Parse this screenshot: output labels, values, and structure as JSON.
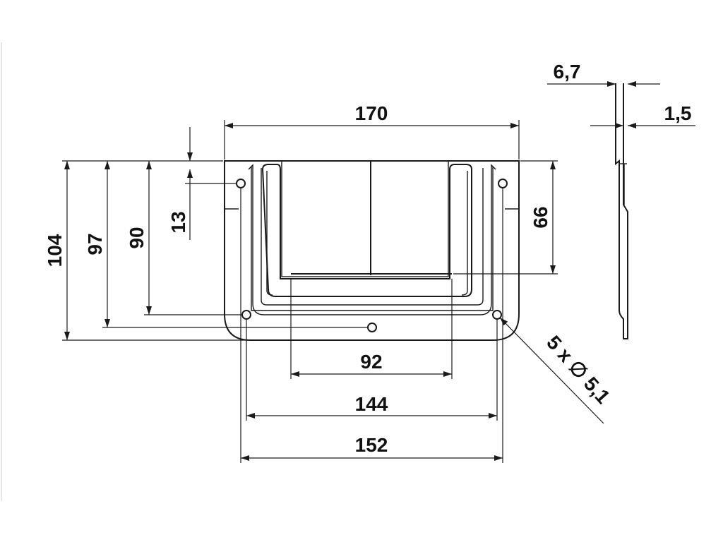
{
  "dimensions": {
    "overall_width": "170",
    "hole_spacing_outer": "152",
    "hole_spacing_inner": "144",
    "grip_width": "92",
    "height_total": "104",
    "height_97": "97",
    "height_90": "90",
    "top_offset": "13",
    "right_height": "66",
    "plate_thickness": "6,7",
    "sheet_thickness": "1,5",
    "hole_callout": "5 x ∅ 5,1"
  },
  "colors": {
    "line": "#1a1a1a",
    "background": "#ffffff"
  }
}
